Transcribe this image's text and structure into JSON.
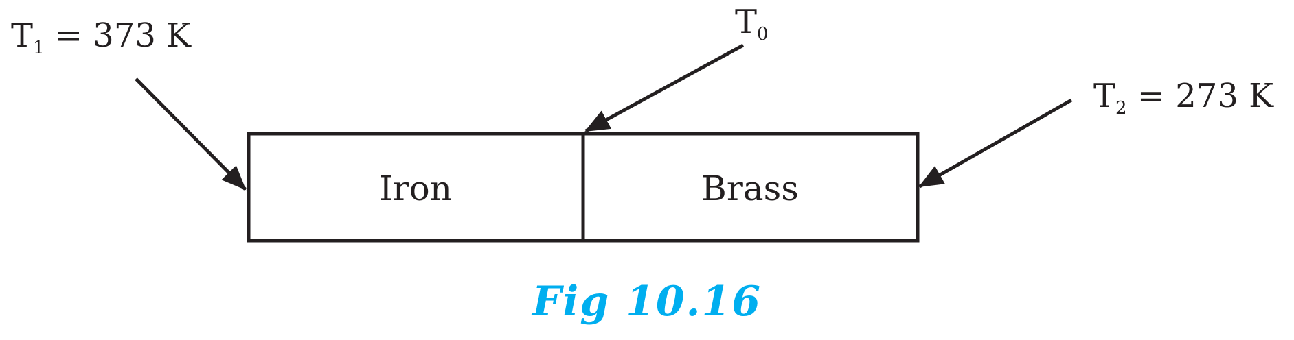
{
  "labels": {
    "t1": {
      "symbol": "T",
      "subscript": "1",
      "value": " = 373 K"
    },
    "t0": {
      "symbol": "T",
      "subscript": "0"
    },
    "t2": {
      "symbol": "T",
      "subscript": "2",
      "value": " = 273 K"
    }
  },
  "materials": {
    "left": "Iron",
    "right": "Brass"
  },
  "caption": "Fig 10.16",
  "colors": {
    "ink": "#231f20",
    "caption": "#00aeef"
  }
}
